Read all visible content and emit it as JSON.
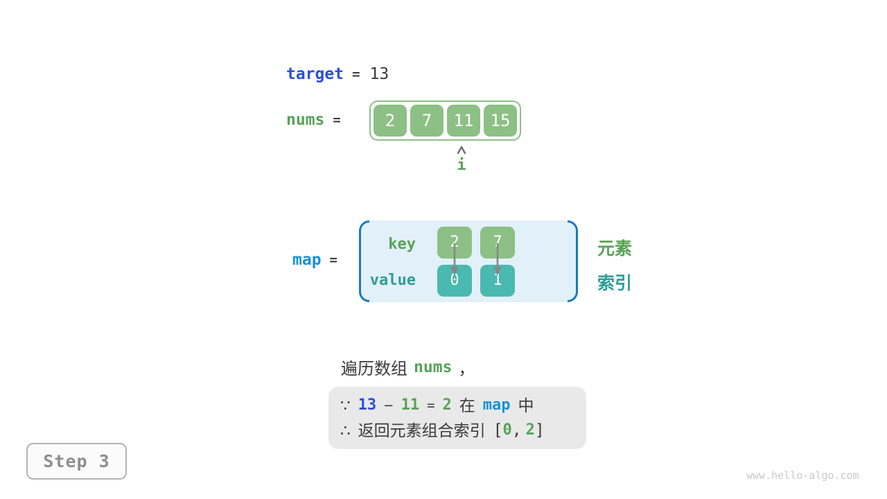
{
  "colors": {
    "indigo": "#2b50d9",
    "cyan_blue": "#1791d6",
    "green_text": "#57a356",
    "green_fill": "#8cc084",
    "teal_text": "#2e9e96",
    "teal_fill": "#4ab9b0",
    "bracket_blue": "#1779c0",
    "map_bg": "#e2f0f9",
    "dark": "#3b3b3b",
    "arrow_gray": "#878787",
    "box_gray": "#e9e9e9",
    "step_gray": "#8e8e8e",
    "watermark_gray": "#c9c9c9"
  },
  "target": {
    "name": "target",
    "equals": "=",
    "value": "13"
  },
  "nums": {
    "name": "nums",
    "equals": "=",
    "values": [
      "2",
      "7",
      "11",
      "15"
    ],
    "pointer": {
      "label": "i",
      "points_to_value": "11",
      "points_to_index": 2
    }
  },
  "map": {
    "name": "map",
    "equals": "=",
    "key_label": "key",
    "value_label": "value",
    "entries": [
      {
        "key": "2",
        "value": "0"
      },
      {
        "key": "7",
        "value": "1"
      }
    ],
    "right_labels": {
      "element": "元素",
      "index": "索引"
    }
  },
  "caption": {
    "prefix": "遍历数组",
    "code": "nums",
    "suffix": "，"
  },
  "conclusion": {
    "line1": {
      "because": "∵",
      "target": "13",
      "minus": "−",
      "current": "11",
      "equals": "=",
      "diff": "2",
      "in_word": "在",
      "map_word": "map",
      "end_word": "中"
    },
    "line2": {
      "therefore": "∴",
      "text": "返回元素组合索引",
      "open": "[",
      "index1": "0",
      "comma": ",",
      "index2": "2",
      "close": "]"
    }
  },
  "step": {
    "label": "Step 3"
  },
  "watermark": "www.hello-algo.com"
}
